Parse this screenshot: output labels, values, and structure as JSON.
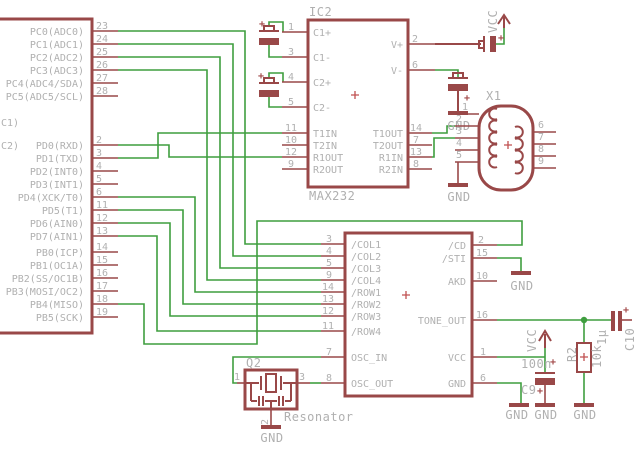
{
  "colors": {
    "wire": "#3f9e3f",
    "symbol": "#994848",
    "text": "#b0b0b0"
  },
  "net": {
    "gnd": "GND",
    "vcc": "VCC",
    "plus": "+"
  },
  "mcu": {
    "fragments": [
      "C1)",
      "C2)"
    ],
    "pins": [
      {
        "num": "23",
        "label": "PC0(ADC0)"
      },
      {
        "num": "24",
        "label": "PC1(ADC1)"
      },
      {
        "num": "25",
        "label": "PC2(ADC2)"
      },
      {
        "num": "26",
        "label": "PC3(ADC3)"
      },
      {
        "num": "27",
        "label": "PC4(ADC4/SDA)"
      },
      {
        "num": "28",
        "label": "PC5(ADC5/SCL)"
      },
      {
        "num": "2",
        "label": "PD0(RXD)"
      },
      {
        "num": "3",
        "label": "PD1(TXD)"
      },
      {
        "num": "4",
        "label": "PD2(INT0)"
      },
      {
        "num": "5",
        "label": "PD3(INT1)"
      },
      {
        "num": "6",
        "label": "PD4(XCK/T0)"
      },
      {
        "num": "11",
        "label": "PD5(T1)"
      },
      {
        "num": "12",
        "label": "PD6(AIN0)"
      },
      {
        "num": "13",
        "label": "PD7(AIN1)"
      },
      {
        "num": "14",
        "label": "PB0(ICP)"
      },
      {
        "num": "15",
        "label": "PB1(OC1A)"
      },
      {
        "num": "16",
        "label": "PB2(SS/OC1B)"
      },
      {
        "num": "17",
        "label": "PB3(MOSI/OC2)"
      },
      {
        "num": "18",
        "label": "PB4(MISO)"
      },
      {
        "num": "19",
        "label": "PB5(SCK)"
      }
    ]
  },
  "ic2": {
    "name": "IC2",
    "value": "MAX232",
    "left": [
      {
        "num": "1",
        "label": "C1+"
      },
      {
        "num": "3",
        "label": "C1-"
      },
      {
        "num": "4",
        "label": "C2+"
      },
      {
        "num": "5",
        "label": "C2-"
      },
      {
        "num": "11",
        "label": "T1IN"
      },
      {
        "num": "10",
        "label": "T2IN"
      },
      {
        "num": "12",
        "label": "R1OUT"
      },
      {
        "num": "9",
        "label": "R2OUT"
      }
    ],
    "right": [
      {
        "num": "2",
        "label": "V+"
      },
      {
        "num": "6",
        "label": "V-"
      },
      {
        "num": "14",
        "label": "T1OUT"
      },
      {
        "num": "7",
        "label": "T2OUT"
      },
      {
        "num": "13",
        "label": "R1IN"
      },
      {
        "num": "8",
        "label": "R2IN"
      }
    ]
  },
  "decoder": {
    "left": [
      {
        "num": "3",
        "label": "/COL1"
      },
      {
        "num": "4",
        "label": "/COL2"
      },
      {
        "num": "5",
        "label": "/COL3"
      },
      {
        "num": "9",
        "label": "/COL4"
      },
      {
        "num": "14",
        "label": "/ROW1"
      },
      {
        "num": "13",
        "label": "/ROW2"
      },
      {
        "num": "12",
        "label": "/ROW3"
      },
      {
        "num": "11",
        "label": "/ROW4"
      },
      {
        "num": "7",
        "label": "OSC_IN"
      },
      {
        "num": "8",
        "label": "OSC_OUT"
      }
    ],
    "right": [
      {
        "num": "2",
        "label": "/CD"
      },
      {
        "num": "15",
        "label": "/STI"
      },
      {
        "num": "10",
        "label": "AKD"
      },
      {
        "num": "16",
        "label": "TONE_OUT"
      },
      {
        "num": "1",
        "label": "VCC"
      },
      {
        "num": "6",
        "label": "GND"
      }
    ]
  },
  "x1": {
    "name": "X1",
    "left": [
      "1",
      "2",
      "3",
      "4",
      "5"
    ],
    "right": [
      "6",
      "7",
      "8",
      "9"
    ]
  },
  "q2": {
    "name": "Q2",
    "value": "Resonator",
    "p1": "1",
    "p2": "2",
    "p3": "3"
  },
  "r2": {
    "name": "R2",
    "value": "10k"
  },
  "c9": {
    "name": "C9",
    "value": "100n"
  },
  "c10": {
    "name": "C10",
    "value": "1µ"
  }
}
